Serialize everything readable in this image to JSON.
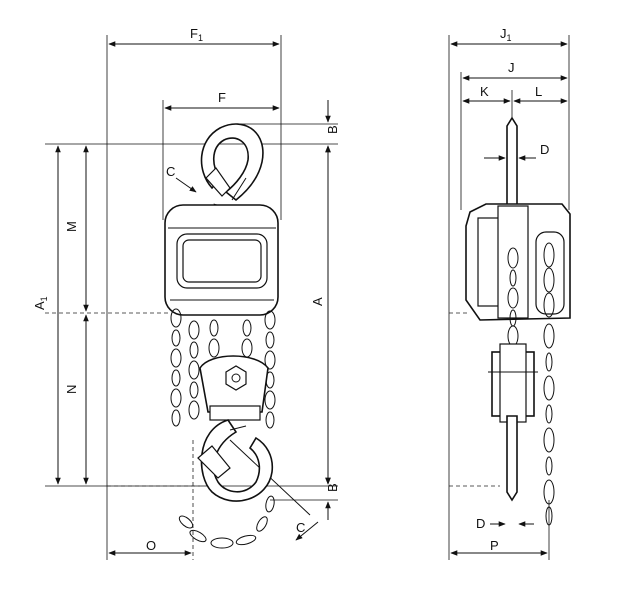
{
  "labels": {
    "F1": "F",
    "F1_sub": "1",
    "F": "F",
    "B_top": "B",
    "B_bottom": "B",
    "C_top": "C",
    "C_bottom": "C",
    "M": "M",
    "N": "N",
    "A1": "A",
    "A1_sub": "1",
    "A": "A",
    "O": "O",
    "J1": "J",
    "J1_sub": "1",
    "J": "J",
    "K": "K",
    "L": "L",
    "D_top": "D",
    "D_bottom": "D",
    "P": "P"
  },
  "colors": {
    "line": "#111111",
    "background": "#ffffff"
  }
}
